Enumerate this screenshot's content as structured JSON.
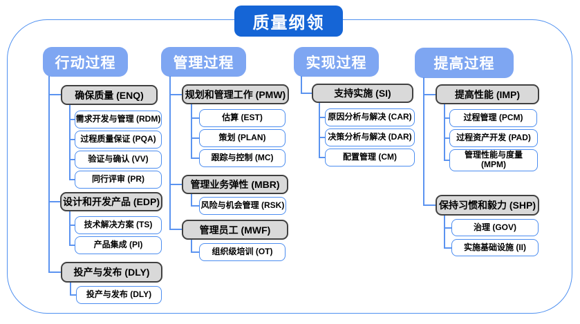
{
  "title": "质量纲领",
  "columns": [
    {
      "header": "行动过程",
      "groups": [
        {
          "label": "确保质量 (ENQ)",
          "children": [
            "需求开发与管理 (RDM)",
            "过程质量保证 (PQA)",
            "验证与确认 (VV)",
            "同行评审 (PR)"
          ]
        },
        {
          "label": "设计和开发产品 (EDP)",
          "children": [
            "技术解决方案 (TS)",
            "产品集成 (PI)"
          ]
        },
        {
          "label": "投产与发布 (DLY)",
          "children": [
            "投产与发布 (DLY)"
          ]
        }
      ]
    },
    {
      "header": "管理过程",
      "groups": [
        {
          "label": "规划和管理工作 (PMW)",
          "children": [
            "估算 (EST)",
            "策划 (PLAN)",
            "跟踪与控制 (MC)"
          ]
        },
        {
          "label": "管理业务弹性 (MBR)",
          "children": [
            "风险与机会管理 (RSK)"
          ]
        },
        {
          "label": "管理员工 (MWF)",
          "children": [
            "组织级培训 (OT)"
          ]
        }
      ]
    },
    {
      "header": "实现过程",
      "groups": [
        {
          "label": "支持实施 (SI)",
          "children": [
            "原因分析与解决 (CAR)",
            "决策分析与解决 (DAR)",
            "配置管理 (CM)"
          ]
        }
      ]
    },
    {
      "header": "提高过程",
      "groups": [
        {
          "label": "提高性能 (IMP)",
          "children": [
            "过程管理 (PCM)",
            "过程资产开发 (PAD)",
            "管理性能与度量 (MPM)"
          ]
        },
        {
          "label": "保持习惯和毅力 (SHP)",
          "children": [
            "治理 (GOV)",
            "实施基础设施 (II)"
          ]
        }
      ]
    }
  ],
  "colors": {
    "title_bg": "#1565D6",
    "header_bg": "#7EA6F2",
    "gray_box_bg": "#D9D9D9",
    "gray_box_border": "#404040",
    "white_box_border": "#4A8CF0",
    "connector": "#5B93F0",
    "frame_border": "#4D8FF0"
  }
}
